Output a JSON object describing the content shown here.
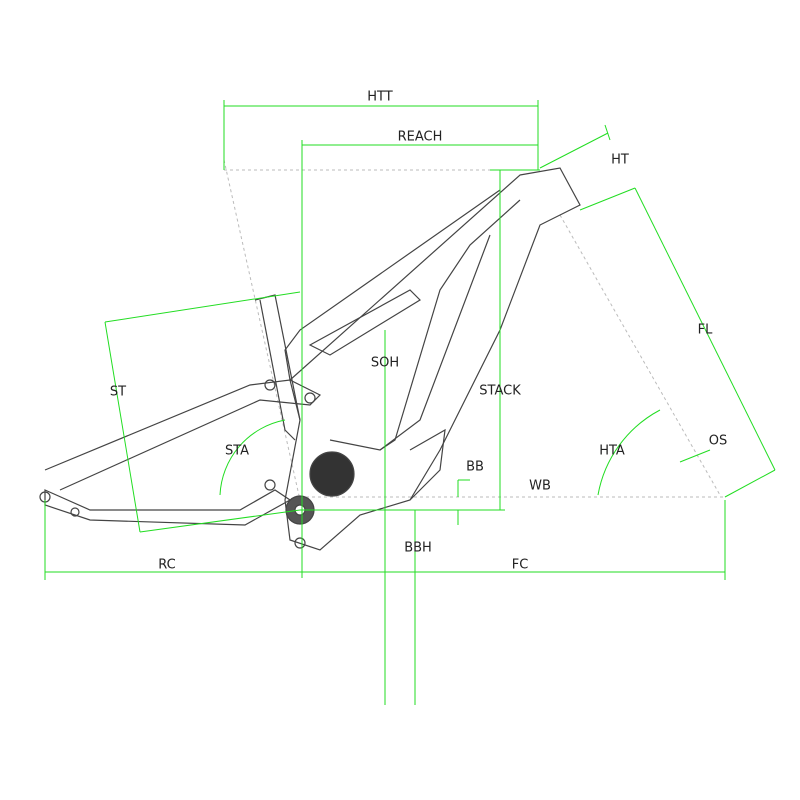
{
  "colors": {
    "dimension": "#22dd22",
    "frame": "#444444",
    "guide": "#bbbbbb"
  },
  "labels": {
    "htt": "HTT",
    "reach": "REACH",
    "ht": "HT",
    "fl": "FL",
    "st": "ST",
    "soh": "SOH",
    "stack": "STACK",
    "sta": "STA",
    "hta": "HTA",
    "os": "OS",
    "bb": "BB",
    "wb": "WB",
    "rc": "RC",
    "fc": "FC",
    "bbh": "BBH"
  }
}
